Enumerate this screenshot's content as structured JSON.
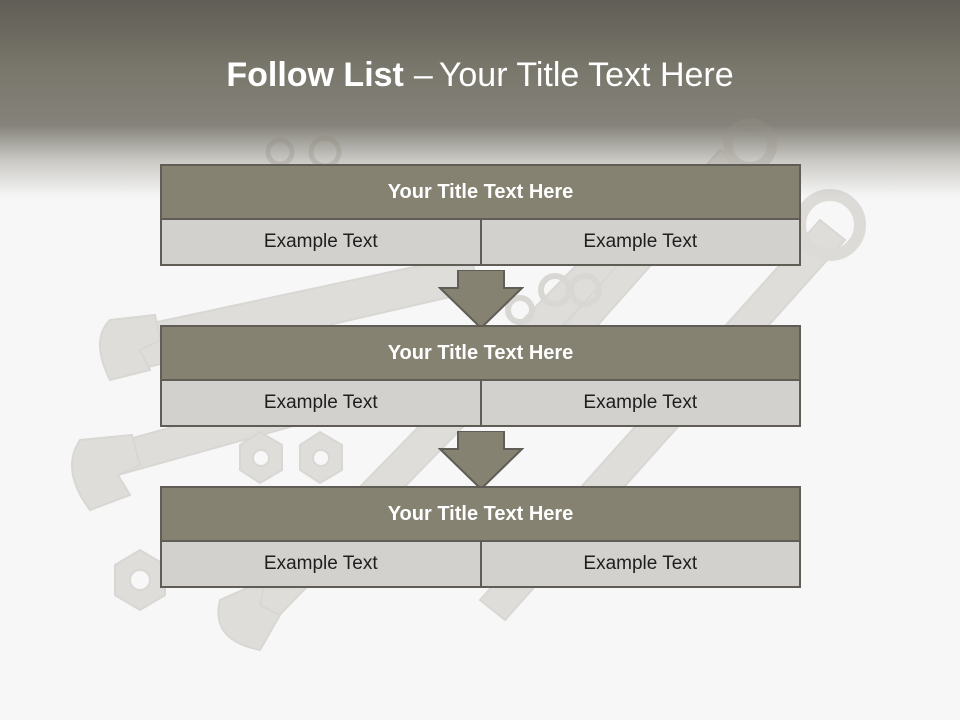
{
  "slide": {
    "title_bold": "Follow List",
    "title_dash": "–",
    "title_rest": "Your Title Text Here"
  },
  "steps": [
    {
      "title": "Your Title Text Here",
      "left": "Example Text",
      "right": "Example Text"
    },
    {
      "title": "Your Title Text Here",
      "left": "Example Text",
      "right": "Example Text"
    },
    {
      "title": "Your Title Text Here",
      "left": "Example Text",
      "right": "Example Text"
    }
  ],
  "colors": {
    "header": "#7a786c",
    "block_title_fill": "#858272",
    "cell_fill": "#d2d1cd",
    "border": "#5f5d55",
    "title_text": "#ffffff"
  },
  "background_icons": [
    "wrench-icon",
    "nut-icon"
  ]
}
